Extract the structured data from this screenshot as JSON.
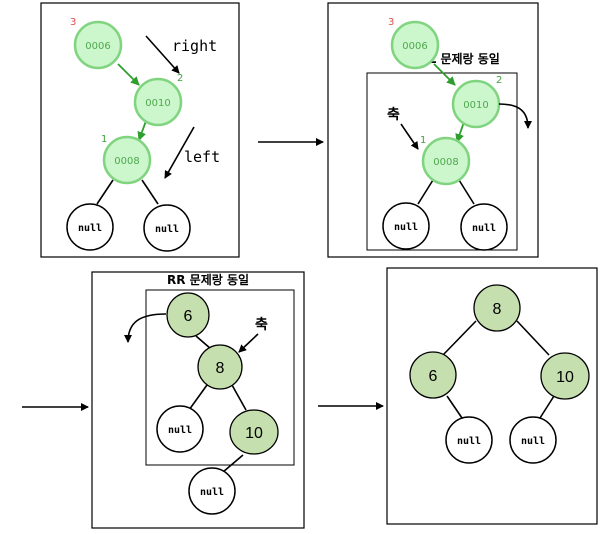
{
  "panel1": {
    "nodes": [
      "0006",
      "0010",
      "0008"
    ],
    "balances": [
      "3",
      "2",
      "1"
    ],
    "nulls": [
      "null",
      "null"
    ],
    "labels": {
      "right": "right",
      "left": "left"
    }
  },
  "panel2": {
    "nodes": [
      "0006",
      "0010",
      "0008"
    ],
    "balances": [
      "3",
      "2",
      "1"
    ],
    "nulls": [
      "null",
      "null"
    ],
    "note": "LL 문제랑 동일",
    "axis": "축"
  },
  "panel3": {
    "nodes": [
      "6",
      "8",
      "10"
    ],
    "nulls": [
      "null",
      "null"
    ],
    "note": "RR 문제랑 동일",
    "axis": "축"
  },
  "panel4": {
    "nodes": [
      "8",
      "6",
      "10"
    ],
    "nulls": [
      "null",
      "null"
    ]
  },
  "colors": {
    "light_node_fill": "#ccf7cc",
    "light_node_stroke": "#80d480",
    "sage_node_fill": "#c6dfae",
    "balance_red": "#e05050",
    "balance_green": "#40a040"
  }
}
